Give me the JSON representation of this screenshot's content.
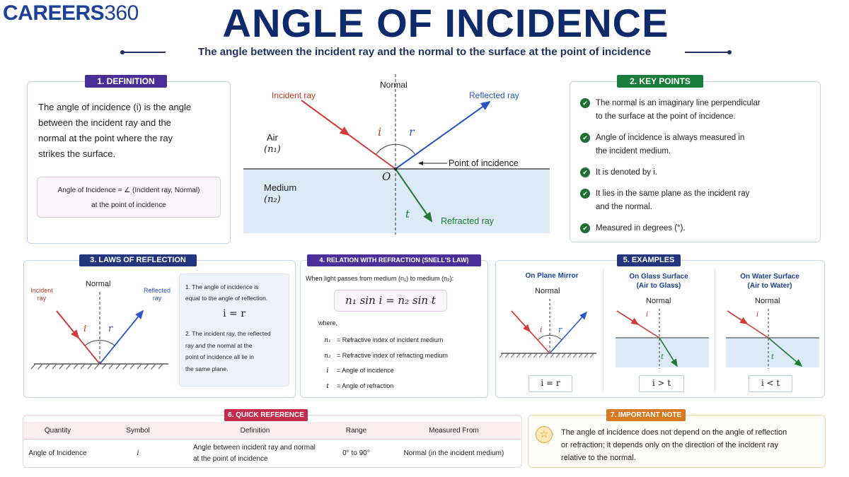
{
  "header": {
    "logo_word": "CAREERS",
    "logo_num": "360",
    "title": "ANGLE OF INCIDENCE",
    "subtitle": "The angle between the incident ray and the normal to the surface at the point of incidence"
  },
  "definition": {
    "badge": "1. DEFINITION",
    "line1": "The angle of incidence (i) is the angle",
    "line2": "between the incident ray and the",
    "line3": "normal at the point where the ray",
    "line4": "strikes the surface.",
    "formula_line1": "Angle of Incidence = ∠ (Incident ray, Normal)",
    "formula_line2": "at the point of incidence"
  },
  "main_diagram": {
    "normal": "Normal",
    "incident_ray": "Incident ray",
    "reflected_ray": "Reflected ray",
    "air": "Air",
    "n1": "(n₁)",
    "medium": "Medium",
    "n2": "(n₂)",
    "i": "i",
    "r": "r",
    "o": "O",
    "t": "t",
    "point_of_incidence": "Point of incidence",
    "refracted_ray": "Refracted ray",
    "colors": {
      "incident": "#d33b3b",
      "reflected": "#2a56c6",
      "refracted": "#1f7a32",
      "medium": "#dce9f6"
    }
  },
  "key_points": {
    "badge": "2. KEY POINTS",
    "p1a": "The normal is an imaginary line perpendicular",
    "p1b": "to the surface at the point of incidence.",
    "p2a": "Angle of incidence is always measured in",
    "p2b": "the incident medium.",
    "p3": "It is denoted by i.",
    "p4a": "It lies in the same plane as the incident ray",
    "p4b": "and the normal.",
    "p5": "Measured in degrees (°)."
  },
  "laws": {
    "badge": "3. LAWS OF REFLECTION",
    "normal": "Normal",
    "incident": "Incident",
    "ray1": "ray",
    "reflected": "Reflected",
    "ray2": "ray",
    "i": "i",
    "r": "r",
    "law1a": "1. The angle of incidence is",
    "law1b": "equal to the angle of reflection.",
    "law1_formula": "i = r",
    "law2a": "2. The incident ray, the reflected",
    "law2b": "ray and the normal at the",
    "law2c": "point of incidence all lie in",
    "law2d": "the same plane."
  },
  "snell": {
    "badge": "4. RELATION WITH REFRACTION (SNELL'S LAW)",
    "intro": "When light passes from medium (n₁) to medium (n₂):",
    "formula": "n₁ sin i = n₂ sin t",
    "where": "where,",
    "d1s": "n₁",
    "d1": "= Refractive index of incident medium",
    "d2s": "n₂",
    "d2": "= Refractive index of refracting medium",
    "d3s": "i",
    "d3": "= Angle of incidence",
    "d4s": "t",
    "d4": "= Angle of refraction"
  },
  "examples": {
    "badge": "5. EXAMPLES",
    "e1_title": "On Plane Mirror",
    "e1_normal": "Normal",
    "e1_result": "i = r",
    "e2_title1": "On Glass Surface",
    "e2_title2": "(Air to Glass)",
    "e2_normal": "Normal",
    "e2_result": "i > t",
    "e3_title1": "On Water Surface",
    "e3_title2": "(Air to Water)",
    "e3_normal": "Normal",
    "e3_result": "i < t",
    "i": "i",
    "r": "r",
    "t": "t"
  },
  "quick_ref": {
    "badge": "6. QUICK REFERENCE",
    "headers": [
      "Quantity",
      "Symbol",
      "Definition",
      "Range",
      "Measured From"
    ],
    "row": {
      "quantity": "Angle of Incidence",
      "symbol": "i",
      "def1": "Angle between incident ray and normal",
      "def2": "at the point of incidence",
      "range": "0° to 90°",
      "measured": "Normal (in the incident medium)"
    }
  },
  "note": {
    "badge": "7. IMPORTANT NOTE",
    "line1": "The angle of incidence does not depend on the angle of reflection",
    "line2": "or refraction; it depends only on the direction of the incident ray",
    "line3": "relative to the normal."
  }
}
